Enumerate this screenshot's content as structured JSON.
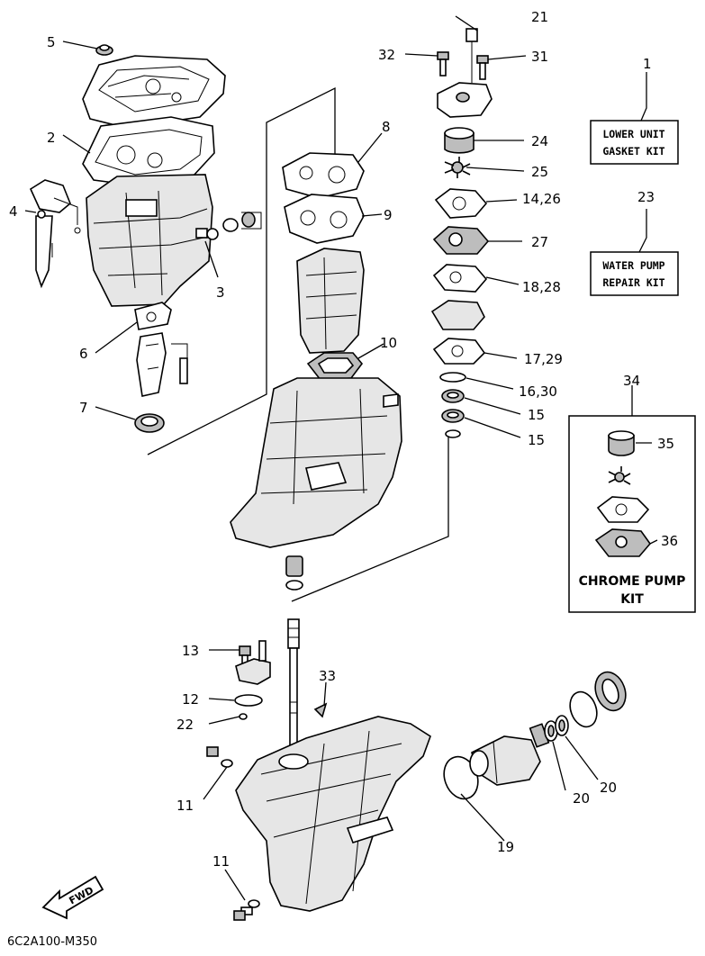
{
  "callouts": {
    "c5": "5",
    "c2": "2",
    "c4": "4",
    "c3": "3",
    "c6": "6",
    "c7": "7",
    "c8": "8",
    "c9": "9",
    "c10": "10",
    "c21": "21",
    "c32": "32",
    "c31": "31",
    "c24": "24",
    "c25": "25",
    "c14_26": "14,26",
    "c27": "27",
    "c18_28": "18,28",
    "c17_29": "17,29",
    "c16_30": "16,30",
    "c15a": "15",
    "c15b": "15",
    "c1": "1",
    "c23": "23",
    "c34": "34",
    "c35": "35",
    "c36": "36",
    "c13": "13",
    "c12": "12",
    "c22": "22",
    "c33": "33",
    "c11a": "11",
    "c11b": "11",
    "c19": "19",
    "c20a": "20",
    "c20b": "20"
  },
  "kits": {
    "lower_unit_line1": "LOWER UNIT",
    "lower_unit_line2": "GASKET KIT",
    "water_pump_line1": "WATER PUMP",
    "water_pump_line2": "REPAIR KIT",
    "chrome_pump_line1": "CHROME PUMP",
    "chrome_pump_line2": "KIT"
  },
  "fwd_label": "FWD",
  "diagram_code": "6C2A100-M350"
}
